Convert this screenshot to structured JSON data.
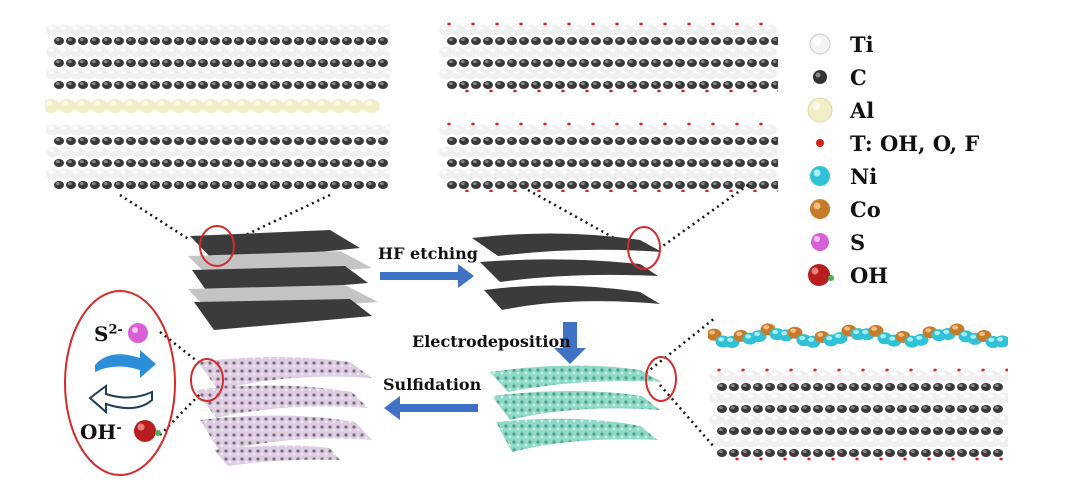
{
  "legend": {
    "items": [
      {
        "label": "Ti",
        "color": "#f3f3f3",
        "kind": "ti"
      },
      {
        "label": "C",
        "color": "#333333",
        "kind": "c"
      },
      {
        "label": "Al",
        "color": "#f2efc8",
        "kind": "al"
      },
      {
        "label": "T: OH, O, F",
        "color": "#d4231c",
        "kind": "t"
      },
      {
        "label": "Ni",
        "color": "#2fc2d6",
        "kind": "ni"
      },
      {
        "label": "Co",
        "color": "#c77a2a",
        "kind": "co"
      },
      {
        "label": "S",
        "color": "#d95fd6",
        "kind": "s"
      },
      {
        "label": "OH",
        "color": "#b81e1e",
        "kind": "oh"
      }
    ]
  },
  "steps": {
    "hf_etching": "HF etching",
    "electrodeposition": "Electrodeposition",
    "sulfidation": "Sulfidation"
  },
  "exchange": {
    "sulfide_ion": "S",
    "sulfide_charge": "2-",
    "hydroxide_ion": "OH",
    "hydroxide_charge": "-"
  },
  "colors": {
    "arrow_blue": "#3f72c4",
    "circle_red": "#d42b2b",
    "sheet_dark": "#3b3b3b",
    "sheet_light": "#bdbdbd",
    "coating_teal": "#9fe0d0",
    "coating_pink": "#d8c8dc"
  }
}
